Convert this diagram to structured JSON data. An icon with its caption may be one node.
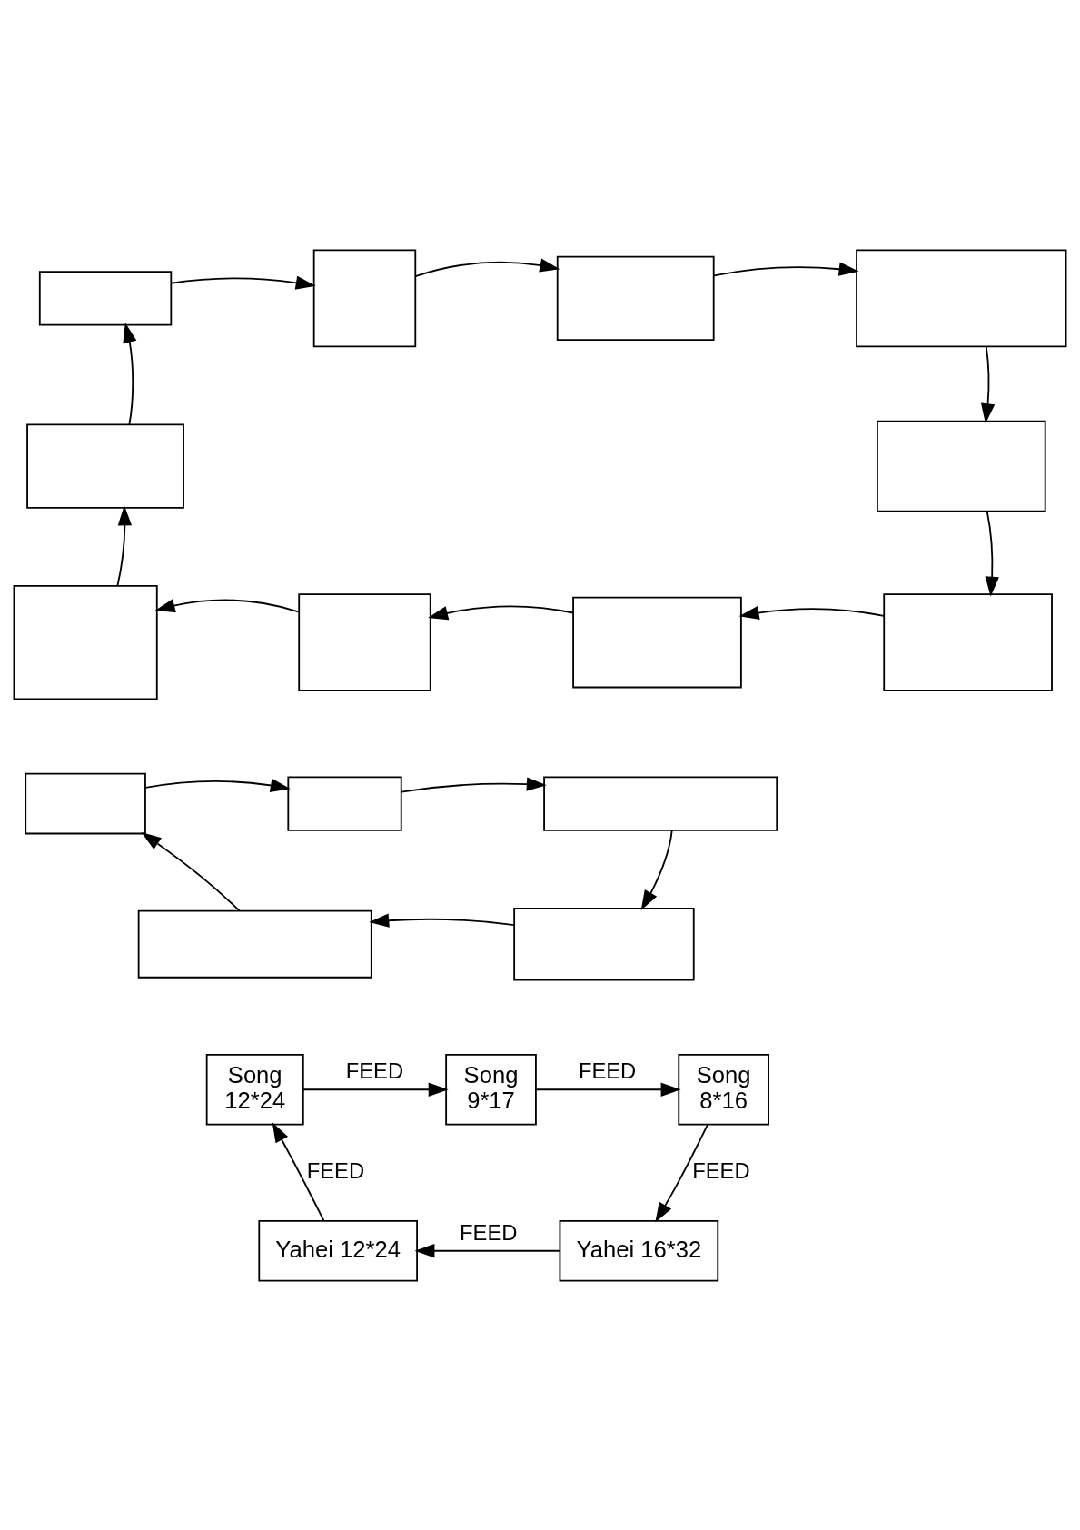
{
  "diagram": {
    "nodes": [
      {
        "text": [],
        "shape": "box"
      },
      {
        "text": [],
        "shape": "box"
      },
      {
        "text": [],
        "shape": "box"
      },
      {
        "text": [],
        "shape": "box"
      },
      {
        "text": [],
        "shape": "box"
      },
      {
        "text": [],
        "shape": "box"
      },
      {
        "text": [],
        "shape": "box"
      },
      {
        "text": [],
        "shape": "box"
      },
      {
        "text": [],
        "shape": "box"
      },
      {
        "text": [],
        "shape": "box"
      },
      {
        "text": [],
        "shape": "box"
      },
      {
        "text": [],
        "shape": "box"
      },
      {
        "text": [],
        "shape": "box"
      },
      {
        "text": [],
        "shape": "box"
      },
      {
        "text": [],
        "shape": "box"
      },
      {
        "text": [
          "Song",
          "12*24"
        ]
      },
      {
        "text": [
          "Song",
          "9*17"
        ]
      },
      {
        "text": [
          "Song",
          "8*16"
        ]
      },
      {
        "text": [
          "Yahei 12*24"
        ]
      },
      {
        "text": [
          "Yahei 16*32"
        ]
      }
    ],
    "edges": [
      {
        "from": 0,
        "to": 1,
        "arrow": "to"
      },
      {
        "from": 1,
        "to": 2,
        "arrow": "to"
      },
      {
        "from": 2,
        "to": 3,
        "arrow": "to"
      },
      {
        "from": 3,
        "to": 5,
        "arrow": "to"
      },
      {
        "from": 5,
        "to": 9,
        "arrow": "to"
      },
      {
        "from": 9,
        "to": 8,
        "arrow": "to"
      },
      {
        "from": 8,
        "to": 7,
        "arrow": "to"
      },
      {
        "from": 7,
        "to": 6,
        "arrow": "to"
      },
      {
        "from": 6,
        "to": 4,
        "arrow": "to"
      },
      {
        "from": 4,
        "to": 0,
        "arrow": "to"
      },
      {
        "from": 10,
        "to": 11,
        "arrow": "to"
      },
      {
        "from": 11,
        "to": 12,
        "arrow": "to"
      },
      {
        "from": 12,
        "to": 14,
        "arrow": "to"
      },
      {
        "from": 14,
        "to": 13,
        "arrow": "to"
      },
      {
        "from": 13,
        "to": 10,
        "arrow": "to"
      },
      {
        "from": 15,
        "to": 16,
        "label": "FEED",
        "arrow": "to"
      },
      {
        "from": 16,
        "to": 17,
        "label": "FEED",
        "arrow": "to"
      },
      {
        "from": 17,
        "to": 19,
        "label": "FEED",
        "arrow": "to"
      },
      {
        "from": 19,
        "to": 18,
        "label": "FEED",
        "arrow": "to"
      },
      {
        "from": 18,
        "to": 15,
        "label": "FEED",
        "arrow": "to"
      }
    ]
  }
}
